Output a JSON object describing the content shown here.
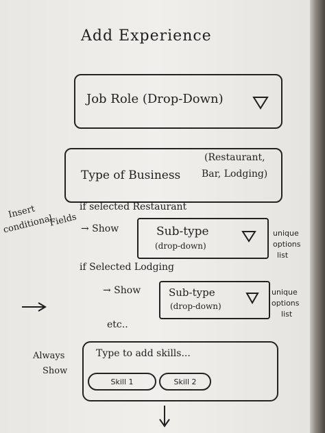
{
  "page": {
    "title": "Add Experience"
  },
  "job_role": {
    "label": "Job Role (Drop-Down)"
  },
  "business": {
    "label": "Type of Business",
    "options_hint_line1": "(Restaurant,",
    "options_hint_line2": "Bar, Lodging)"
  },
  "conditional": {
    "note_line1": "Insert",
    "note_line2": "conditional",
    "note_line3": "Fields",
    "restaurant_condition": "if selected Restaurant",
    "show_label_1": "→ Show",
    "subtype_1_line1": "Sub-type",
    "subtype_1_line2": "(drop-down)",
    "unique_1_line1": "unique",
    "unique_1_line2": "options",
    "unique_1_line3": "list",
    "lodging_condition": "if Selected Lodging",
    "show_label_2": "→ Show",
    "subtype_2_line1": "Sub-type",
    "subtype_2_line2": "(drop-down)",
    "unique_2_line1": "unique",
    "unique_2_line2": "options",
    "unique_2_line3": "list",
    "etc": "etc.."
  },
  "skills": {
    "always_line1": "Always",
    "always_line2": "Show",
    "placeholder": "Type to add skills...",
    "chips": [
      "Skill 1",
      "Skill 2"
    ]
  },
  "icons": {
    "dropdown": "triangle-down-icon",
    "arrow": "arrow-right-icon",
    "down_arrow": "arrow-down-icon"
  },
  "colors": {
    "paper": "#eeece8",
    "ink": "#1f1f1f"
  }
}
